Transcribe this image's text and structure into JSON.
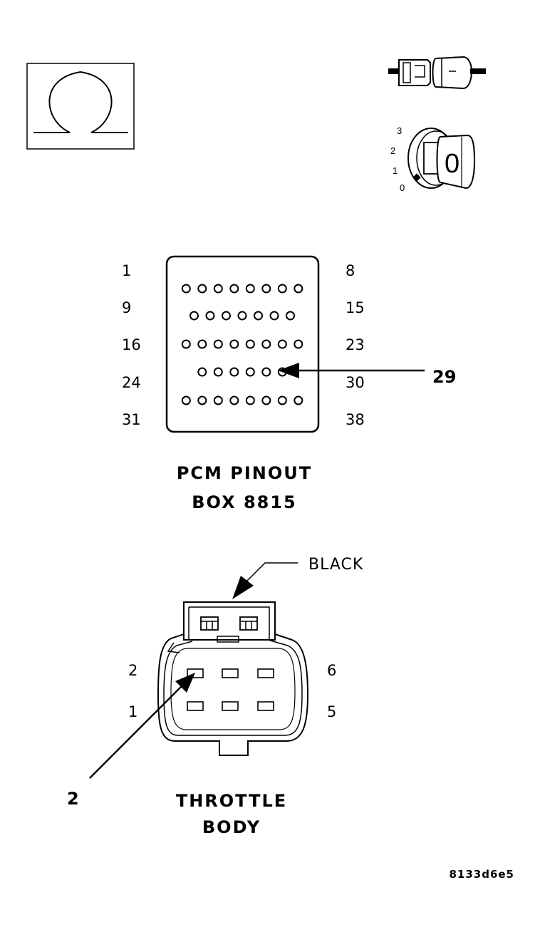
{
  "ohmmeter": {
    "symbol": "Ω",
    "icon": "ohm-icon"
  },
  "connector_icon": {
    "icon": "disconnect-connector-icon"
  },
  "ignition_icon": {
    "icon": "ignition-key-icon",
    "positions": [
      "3",
      "2",
      "1",
      "0"
    ],
    "key_label": "0"
  },
  "pcm": {
    "left_labels": [
      "1",
      "9",
      "16",
      "24",
      "31"
    ],
    "right_labels": [
      "8",
      "15",
      "23",
      "30",
      "38"
    ],
    "row_pin_counts": [
      8,
      7,
      8,
      6,
      8
    ],
    "callout_pin": "29",
    "title_line1": "PCM PINOUT",
    "title_line2": "BOX 8815"
  },
  "throttle": {
    "color_label": "BLACK",
    "left_labels": [
      "2",
      "1"
    ],
    "right_labels": [
      "6",
      "5"
    ],
    "callout_pin": "2",
    "title_line1": "THROTTLE",
    "title_line2": "BODY"
  },
  "figure_id": "8133d6e5"
}
